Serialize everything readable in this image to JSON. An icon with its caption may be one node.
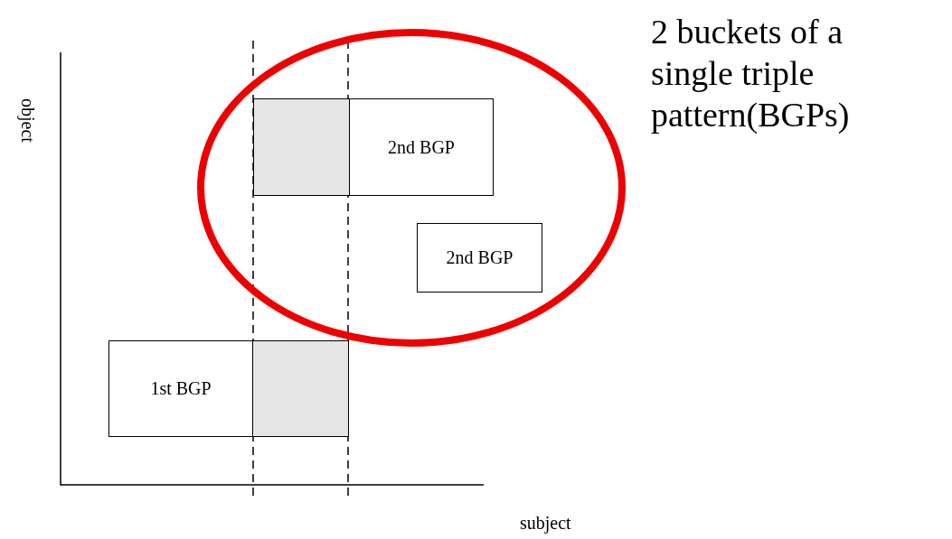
{
  "diagram": {
    "nodes": [
      {
        "text": [
          "2nd BGP"
        ]
      },
      {
        "text": [
          "2nd BGP"
        ]
      },
      {
        "text": [
          "1st BGP"
        ]
      }
    ],
    "edges": [],
    "labels": [
      "2 buckets of a single triple pattern(BGPs)",
      "object",
      "subject"
    ]
  }
}
